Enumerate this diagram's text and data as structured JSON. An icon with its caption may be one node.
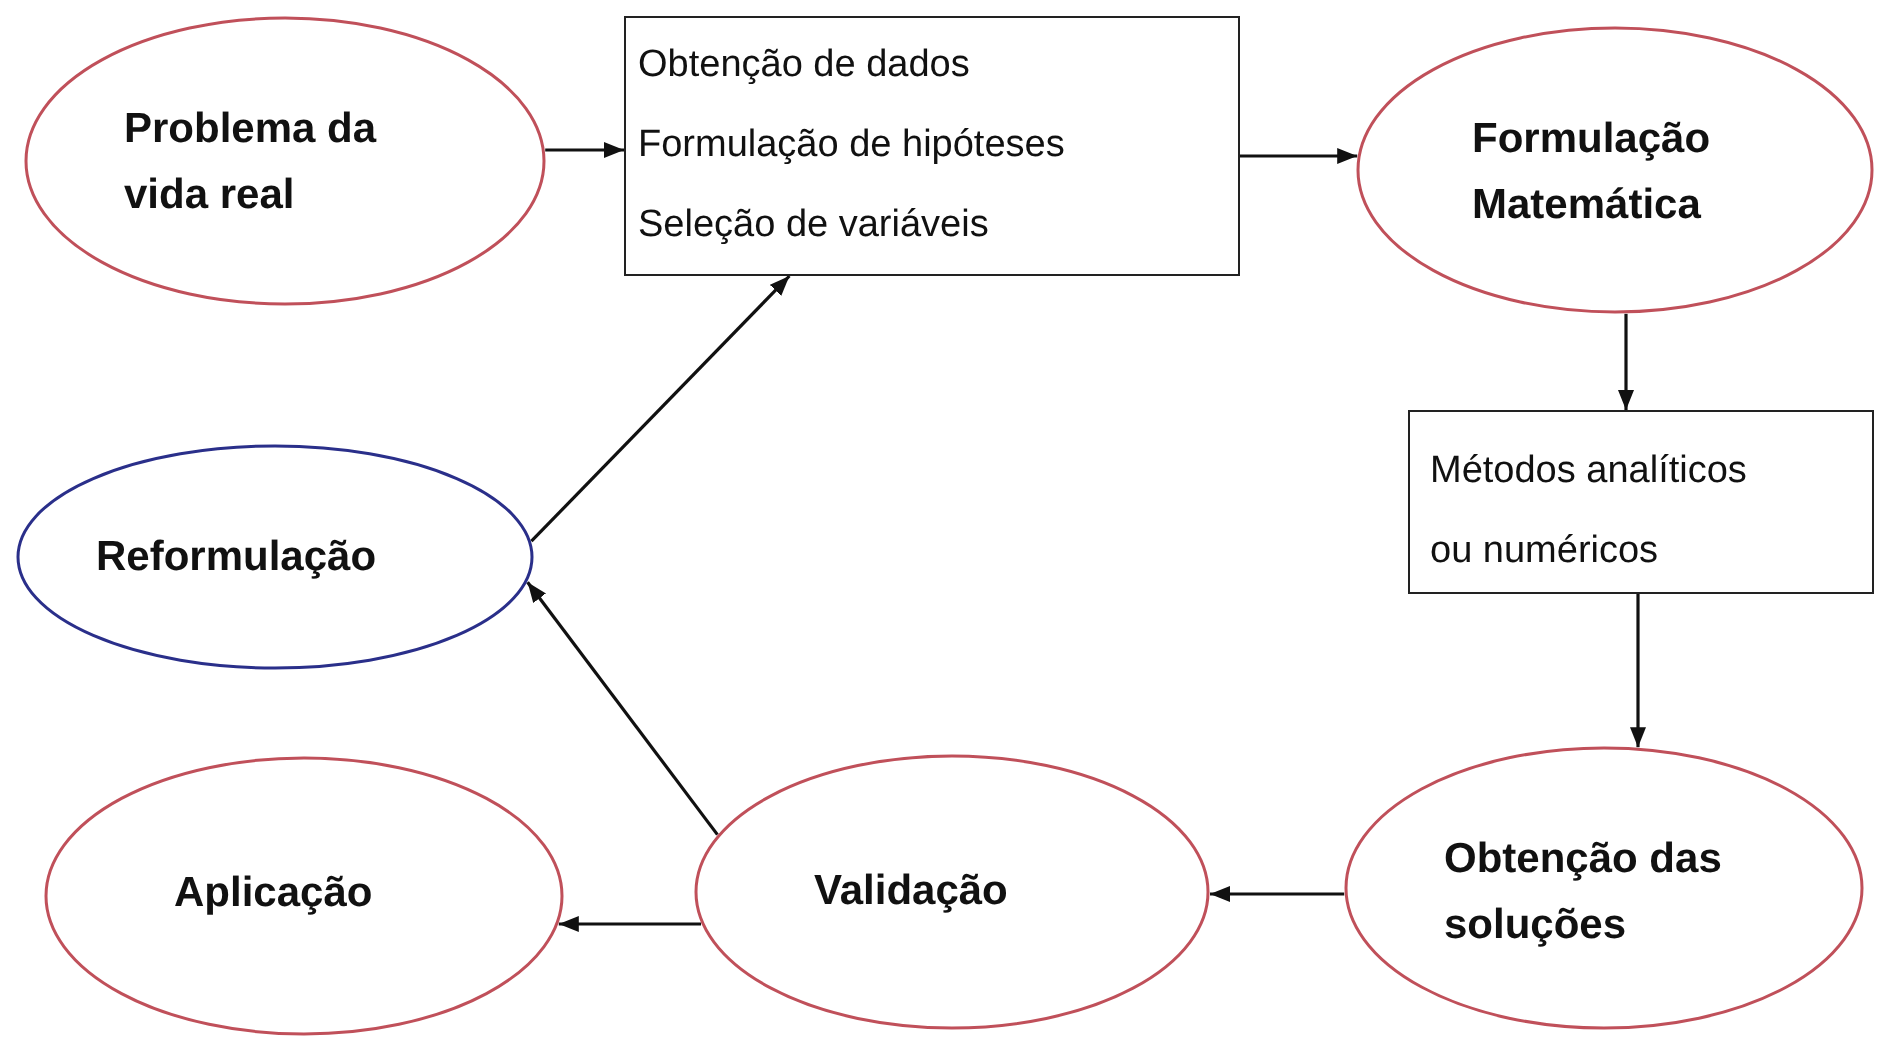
{
  "diagram": {
    "nodes": [
      {
        "text": [
          "Problema da vida real"
        ]
      },
      {
        "text": [
          "Obtenção de dados",
          "Formulação de hipóteses",
          "Seleção de variáveis"
        ]
      },
      {
        "text": [
          "Formulação Matemática"
        ]
      },
      {
        "text": [
          "Métodos analíticos ou numéricos"
        ]
      },
      {
        "text": [
          "Obtenção das soluções"
        ]
      },
      {
        "text": [
          "Validação"
        ]
      },
      {
        "text": [
          "Aplicação"
        ]
      },
      {
        "text": [
          "Reformulação"
        ]
      }
    ],
    "edges": [
      {
        "from": 0,
        "to": 1,
        "arrow": "to"
      },
      {
        "from": 1,
        "to": 2,
        "arrow": "to"
      },
      {
        "from": 2,
        "to": 3,
        "arrow": "to"
      },
      {
        "from": 3,
        "to": 4,
        "arrow": "to"
      },
      {
        "from": 4,
        "to": 5,
        "arrow": "to"
      },
      {
        "from": 5,
        "to": 6,
        "arrow": "to"
      },
      {
        "from": 5,
        "to": 7,
        "arrow": "to"
      },
      {
        "from": 7,
        "to": 1,
        "arrow": "to"
      }
    ]
  }
}
